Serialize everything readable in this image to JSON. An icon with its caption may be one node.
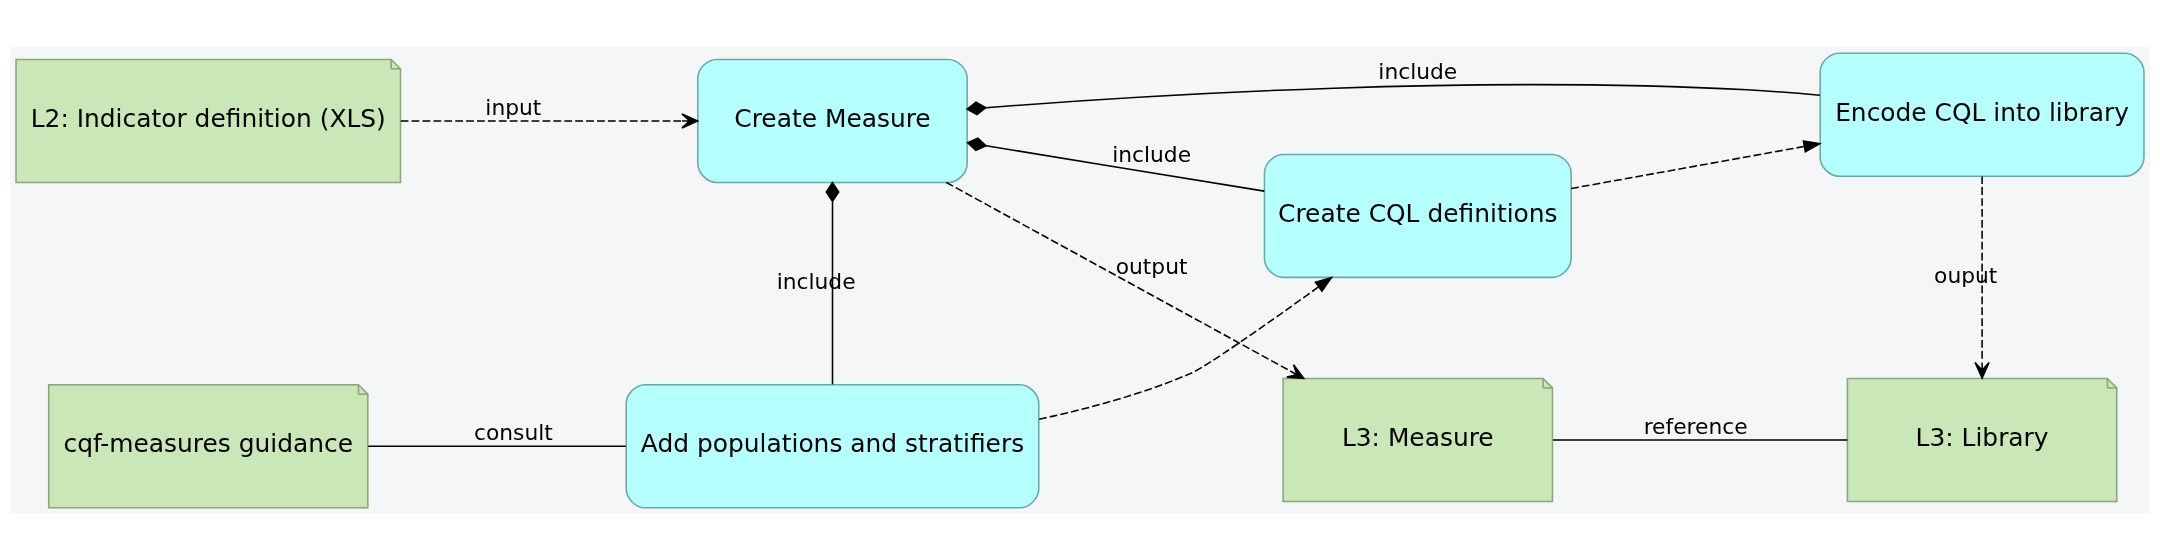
{
  "diagram": {
    "nodes": [
      {
        "text": [
          "L2: Indicator definition (XLS)"
        ]
      },
      {
        "text": [
          "Create Measure"
        ]
      },
      {
        "text": [
          "L3: Measure"
        ]
      },
      {
        "text": [
          "L3: Library"
        ]
      },
      {
        "text": [
          "cqf-measures guidance"
        ]
      },
      {
        "text": [
          "Add populations and stratifiers"
        ]
      },
      {
        "text": [
          "Create CQL definitions"
        ]
      },
      {
        "text": [
          "Encode CQL into library"
        ]
      }
    ],
    "edges": [
      {
        "from": 0,
        "to": 1,
        "arrow": "to",
        "label": "input",
        "style": "dashed"
      },
      {
        "from": 1,
        "to": 2,
        "arrow": "to",
        "label": "output",
        "style": "dashed"
      },
      {
        "from": 2,
        "to": 3,
        "arrow": "none",
        "label": "reference"
      },
      {
        "from": 1,
        "to": 5,
        "arrow": "other",
        "label": "include"
      },
      {
        "from": 1,
        "to": 6,
        "arrow": "other",
        "label": "include"
      },
      {
        "from": 1,
        "to": 7,
        "arrow": "other",
        "label": "include"
      },
      {
        "from": 7,
        "to": 3,
        "arrow": "to",
        "label": "ouput",
        "style": "dashed"
      },
      {
        "from": 4,
        "to": 5,
        "arrow": "none",
        "label": "consult"
      },
      {
        "from": 5,
        "to": 6,
        "arrow": "to",
        "style": "dashed"
      },
      {
        "from": 6,
        "to": 7,
        "arrow": "to",
        "style": "dashed"
      }
    ]
  }
}
